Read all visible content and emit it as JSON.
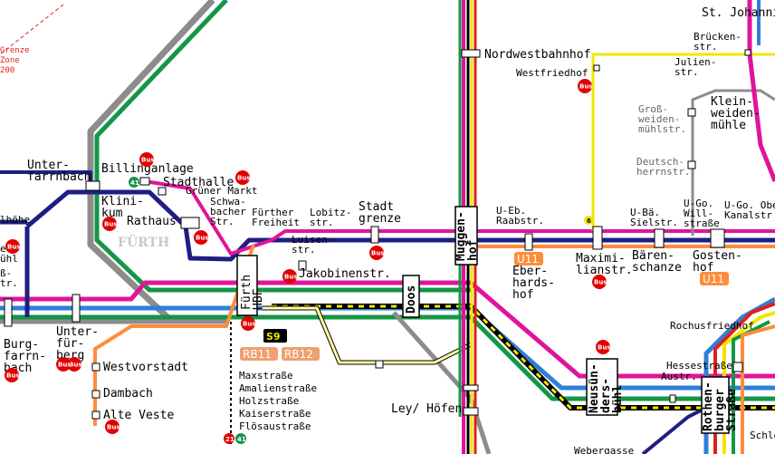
{
  "colors": {
    "u1": "#1e1e82",
    "u2": "#e0149a",
    "u3": "#2f7fd8",
    "green": "#149646",
    "gray": "#8c8c8c",
    "yellow": "#f0e600",
    "orange": "#ff8c3c",
    "rb": "#f0a070",
    "bus": "#e00000"
  },
  "zone_label": "Grenze\nZone\n200",
  "city_label": "FÜRTH",
  "stations": {
    "unterfarrnbach": "Unter-\nfarrnbach",
    "billinganlage": "Billinganlage",
    "stadthalle": "Stadthalle",
    "gruener_markt": "Grüner Markt",
    "klinikum": "Klini-\nkum",
    "rathaus": "Rathaus",
    "schwabacher": "Schwa-\nbacher\nStr.",
    "fuerther_freiheit": "Fürther\nFreiheit",
    "lobitzstr": "Lobitz-\nstr.",
    "stadtgrenze": "Stadt\ngrenze",
    "luisenstr": "Luisen-\nstr.",
    "jakobinenstr": "Jakobinenstr.",
    "fuerth_hbf": "Fürth\nHBF",
    "muggenhof": "Muggen-\nhof",
    "doos": "Doos",
    "nordwestbahnhof": "Nordwestbahnhof",
    "westfriedhof": "Westfriedhof",
    "brueckenstr": "Brücken-\nstr.",
    "julienstr": "Julien-\nstr.",
    "st_johannis": "St. Johanni",
    "grossweidenmuehlstr": "Groß-\nweiden-\nmühlstr.",
    "kleinweidenmuehle": "Klein-\nweiden-\nmühle",
    "deutschherrnstr": "Deutsch-\nherrnstr.",
    "raabstr": "U-Eb.\nRaabstr.",
    "eberhardshof": "Eber-\nhards-\nhof",
    "maximilianstr": "Maximi-\nlianstr.",
    "sielstr": "U-Bä.\nSielstr.",
    "baerenschanze": "Bären-\nschanze",
    "willstrasse": "U-Go.\nWill-\nstraße",
    "kanalstr": "U-Go. Obe\nKanalstr",
    "gostenhof": "Gosten-\nhof",
    "rochusfriedhof": "Rochusfriedhof",
    "hessestrasse": "Hessestraße",
    "austr": "Austr.",
    "neusuendersbuehl": "Neusün-\nders-\nbühl",
    "rothenburger": "Rothen-\nburger\nStraße",
    "ley_hoefen": "Ley/ Höfen",
    "unterfuerberg": "Unter-\nfür-\nberg",
    "burgfarrnbach": "Burg-\nfarrn-\nbach",
    "westvorstadt": "Westvorstadt",
    "dambach": "Dambach",
    "alte_veste": "Alte Veste",
    "maxstrasse": "Maxstraße",
    "amalienstrasse": "Amalienstraße",
    "holzstrasse": "Holzstraße",
    "kaiserstrasse": "Kaiserstraße",
    "floesaustrasse": "Flösaustraße",
    "weggasse": "Webergasse",
    "schlo": "Schlo",
    "hoehe": "lhöhe",
    "partial_a": "el-\nühl",
    "partial_b": "ß-\ntr."
  },
  "lines": {
    "u11_a": "U11",
    "u11_b": "U11",
    "s9": "S9",
    "rb11": "RB11",
    "rb12": "RB12",
    "bus_41": "41",
    "bus_21": "21",
    "bus_41b": "41",
    "bus_6": "6"
  },
  "icons": {
    "bus": "bus-stop-icon",
    "station": "station-marker-icon"
  },
  "bus_label": "Bus"
}
